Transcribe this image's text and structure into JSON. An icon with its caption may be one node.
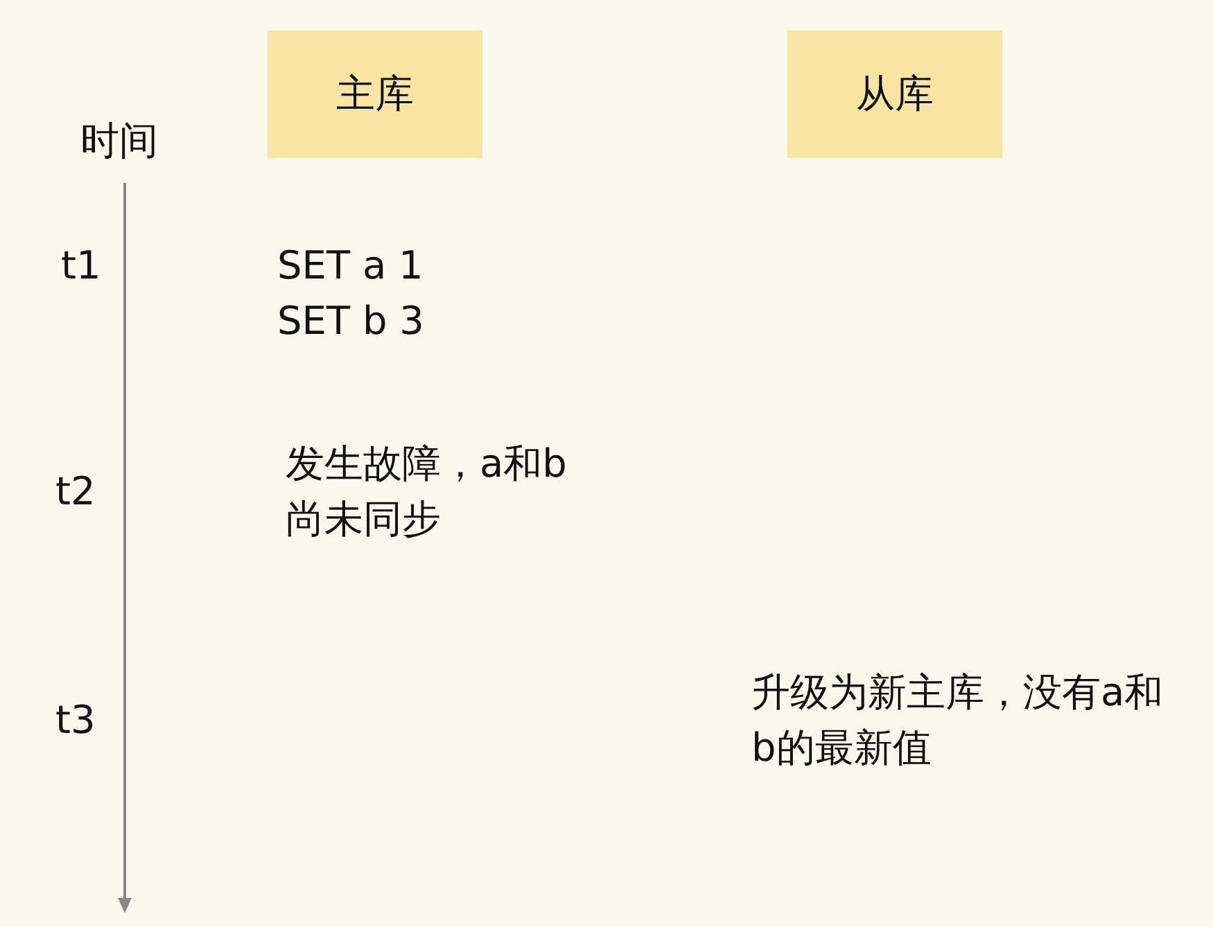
{
  "diagram": {
    "nodes": [
      {
        "text": [
          "主库"
        ]
      },
      {
        "text": [
          "从库"
        ]
      }
    ],
    "labels": [
      "时间",
      "t1",
      "SET a 1",
      "SET b 3",
      "t2",
      "发生故障，a和b尚未同步",
      "t3",
      "升级为新主库，没有a和b的最新值"
    ]
  }
}
